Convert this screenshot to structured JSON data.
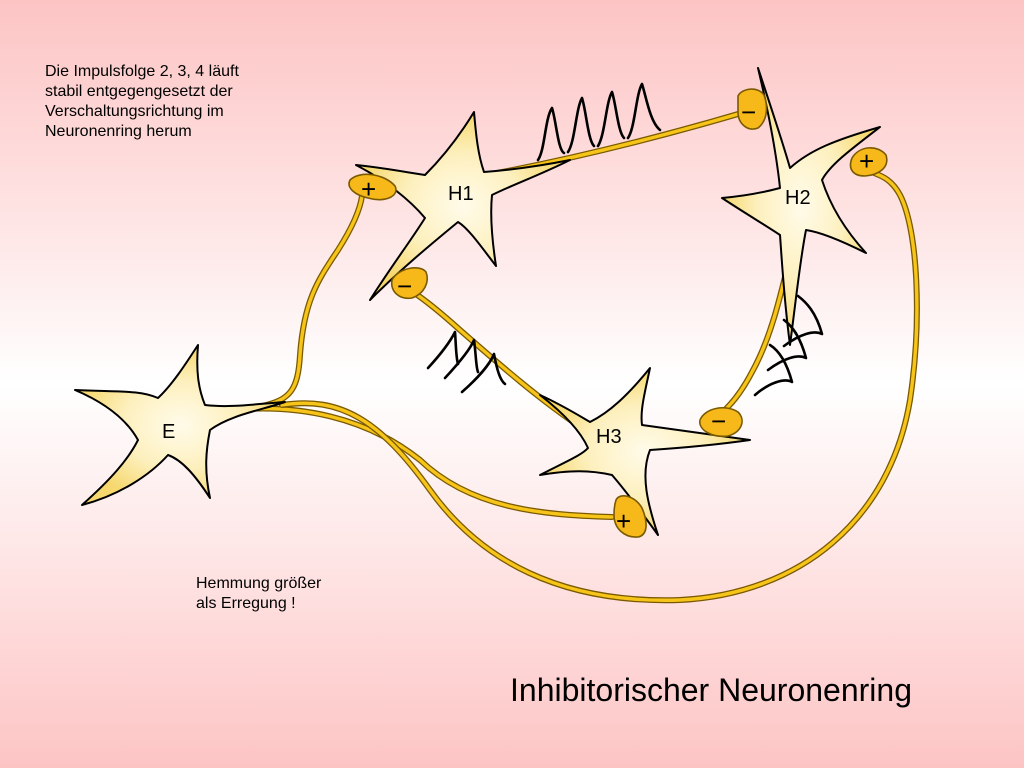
{
  "title": "Inhibitorischer Neuronenring",
  "note_top": "Die Impulsfolge 2, 3, 4 läuft\nstabil entgegengesetzt der\nVerschaltungsrichtung im\nNeuronenring herum",
  "note_bottom": "Hemmung größer\nals Erregung !",
  "neurons": [
    {
      "id": "E",
      "label": "E"
    },
    {
      "id": "H1",
      "label": "H1"
    },
    {
      "id": "H2",
      "label": "H2"
    },
    {
      "id": "H3",
      "label": "H3"
    }
  ],
  "synapses": [
    {
      "from": "E",
      "to": "H1",
      "sign": "+"
    },
    {
      "from": "E",
      "to": "H2",
      "sign": "+"
    },
    {
      "from": "E",
      "to": "H3",
      "sign": "+"
    },
    {
      "from": "H1",
      "to": "H2",
      "sign": "−"
    },
    {
      "from": "H2",
      "to": "H3",
      "sign": "−"
    },
    {
      "from": "H3",
      "to": "H1",
      "sign": "−"
    }
  ],
  "spike_trains": [
    {
      "on": "H1 to H2",
      "count": 4
    },
    {
      "on": "H2 to H3",
      "count": 3
    },
    {
      "on": "H3 to H1",
      "count": 3
    }
  ],
  "colors": {
    "soma_fill": "#fbe79a",
    "soma_center": "#fffbea",
    "axon": "#f7c51a",
    "bouton": "#f7b81a",
    "outline": "#7a5a00",
    "background_edge": "#fdc4c4"
  }
}
